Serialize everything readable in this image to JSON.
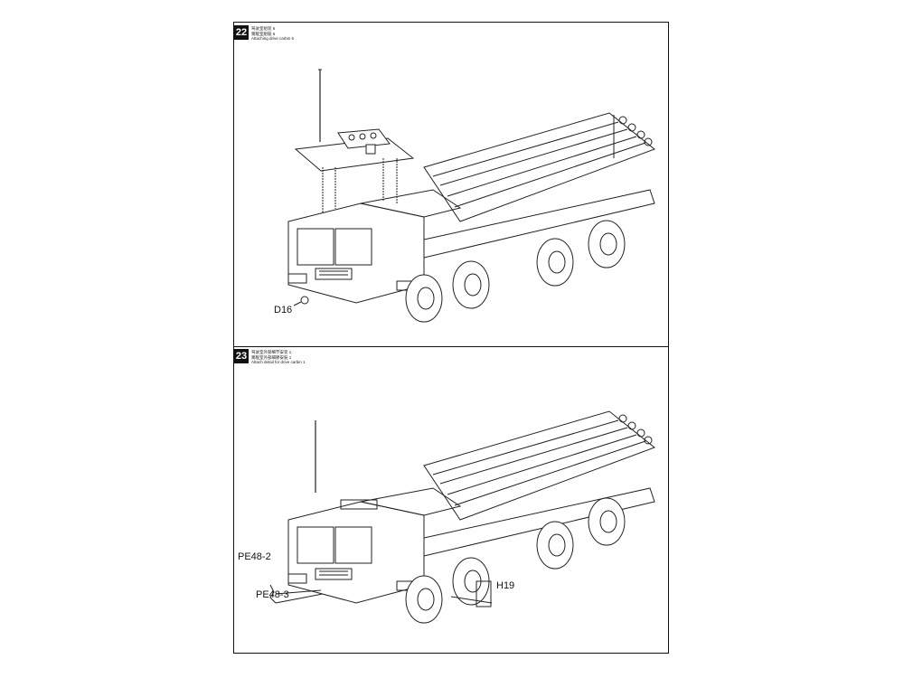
{
  "steps": [
    {
      "number": "22",
      "line1": "驾驶室组装 6",
      "line2": "駕駛室組裝 6",
      "line3": "Attaching drive carbin 6",
      "parts": [
        "D16"
      ]
    },
    {
      "number": "23",
      "line1": "驾驶室外部细节安装 1",
      "line2": "駕駛室外部細節安裝 1",
      "line3": "Attach detail for drive carbin 1",
      "parts": [
        "PE48-2",
        "PE48-3",
        "H19"
      ]
    }
  ]
}
